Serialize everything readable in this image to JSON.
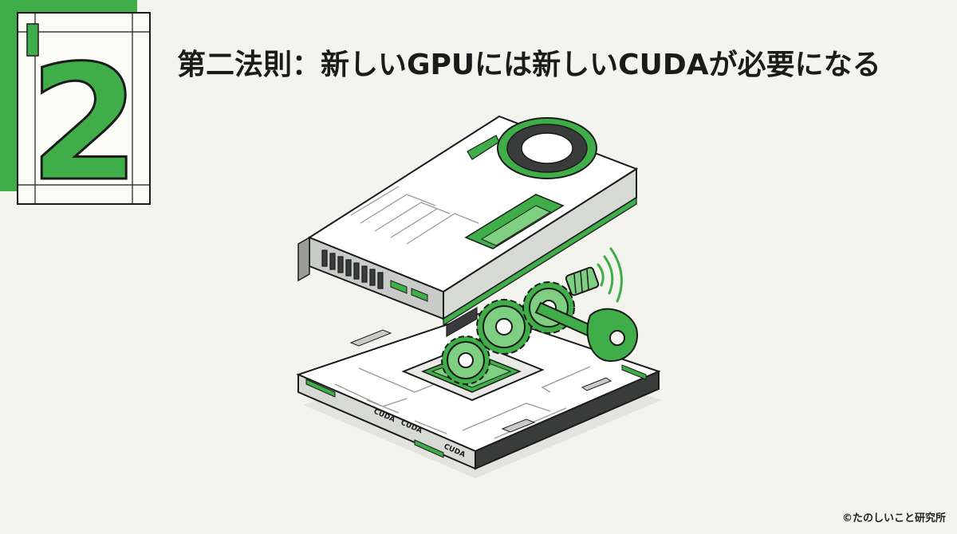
{
  "slide": {
    "number": "2",
    "title": "第二法則：新しいGPUには新しいCUDAが必要になる",
    "copyright": "©たのしいこと研究所"
  },
  "illustration": {
    "board_labels": [
      "CUDA",
      "CUDA",
      "CUDA"
    ],
    "icons": [
      "gpu-card-icon",
      "gear-icon",
      "key-icon",
      "motherboard-icon",
      "signal-waves-icon"
    ]
  },
  "colors": {
    "accent": "#3fae49",
    "accent_light": "#7fcf82",
    "ink": "#1b1b1b",
    "background": "#f4f4ef",
    "panel": "#ffffff",
    "metal": "#c9cbc8",
    "dark": "#3a3c3b"
  }
}
